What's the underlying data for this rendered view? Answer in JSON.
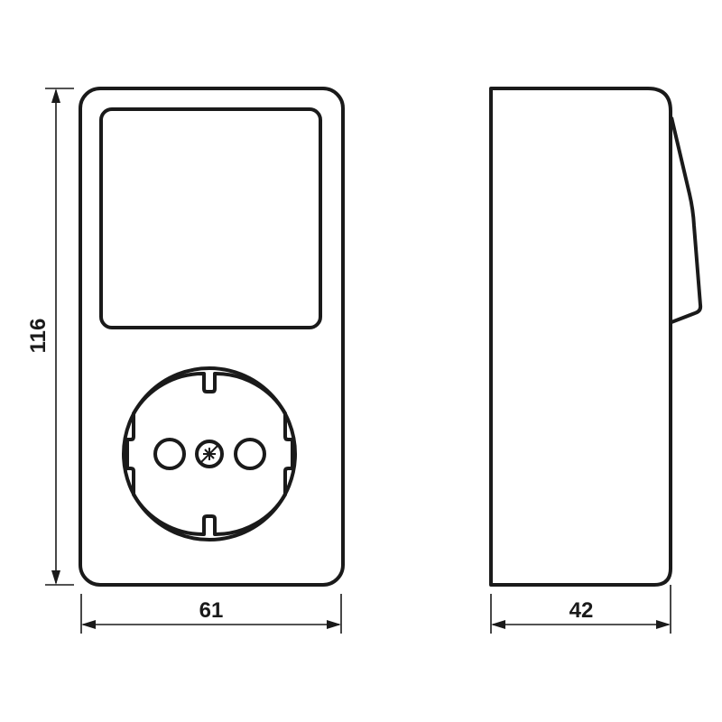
{
  "dimensions": {
    "height": "116",
    "front_width": "61",
    "depth": "42"
  },
  "colors": {
    "line": "#1a1a1a",
    "background": "#ffffff"
  }
}
